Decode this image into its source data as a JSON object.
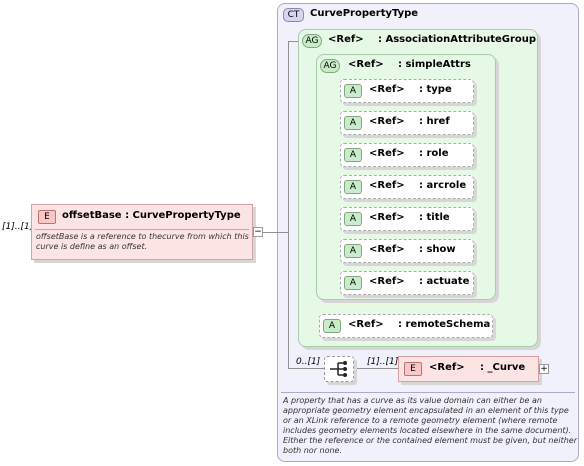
{
  "root": {
    "cardinality": "[1]..[1]",
    "badge": "E",
    "title": "offsetBase : CurvePropertyType",
    "doc": "offsetBase is a reference to thecurve from which this curve is define     as an offset.",
    "collapse_symbol": "−"
  },
  "complex_type": {
    "badge": "CT",
    "title": "CurvePropertyType",
    "doc": "A property that has a curve as its value domain can either be an appropriate geometry element encapsulated in an element of this type or an XLink reference to a remote geometry element (where remote includes geometry elements located elsewhere in the same document). Either the reference or the contained element must be given, but neither both nor none."
  },
  "attribute_group": {
    "badge": "AG",
    "ref": "<Ref>",
    "name": ": AssociationAttributeGroup"
  },
  "simple_attrs": {
    "badge": "AG",
    "ref": "<Ref>",
    "name": ": simpleAttrs"
  },
  "attributes": [
    {
      "badge": "A",
      "ref": "<Ref>",
      "name": ": type"
    },
    {
      "badge": "A",
      "ref": "<Ref>",
      "name": ": href"
    },
    {
      "badge": "A",
      "ref": "<Ref>",
      "name": ": role"
    },
    {
      "badge": "A",
      "ref": "<Ref>",
      "name": ": arcrole"
    },
    {
      "badge": "A",
      "ref": "<Ref>",
      "name": ": title"
    },
    {
      "badge": "A",
      "ref": "<Ref>",
      "name": ": show"
    },
    {
      "badge": "A",
      "ref": "<Ref>",
      "name": ": actuate"
    }
  ],
  "remote_schema": {
    "badge": "A",
    "ref": "<Ref>",
    "name": ": remoteSchema"
  },
  "sequence": {
    "cardinality": "0..[1]"
  },
  "curve": {
    "cardinality": "[1]..[1]",
    "badge": "E",
    "ref": "<Ref>",
    "name": ": _Curve",
    "expand_symbol": "+"
  },
  "colors": {
    "ct_bg": "#f1f1fb",
    "ct_border": "#aaaacc",
    "ag_bg": "#e6f8e6",
    "ag_border": "#aaccaa",
    "element_bg": "#fde4e4",
    "element_border": "#d8a0a0",
    "attr_badge": "#c8ecc8"
  }
}
